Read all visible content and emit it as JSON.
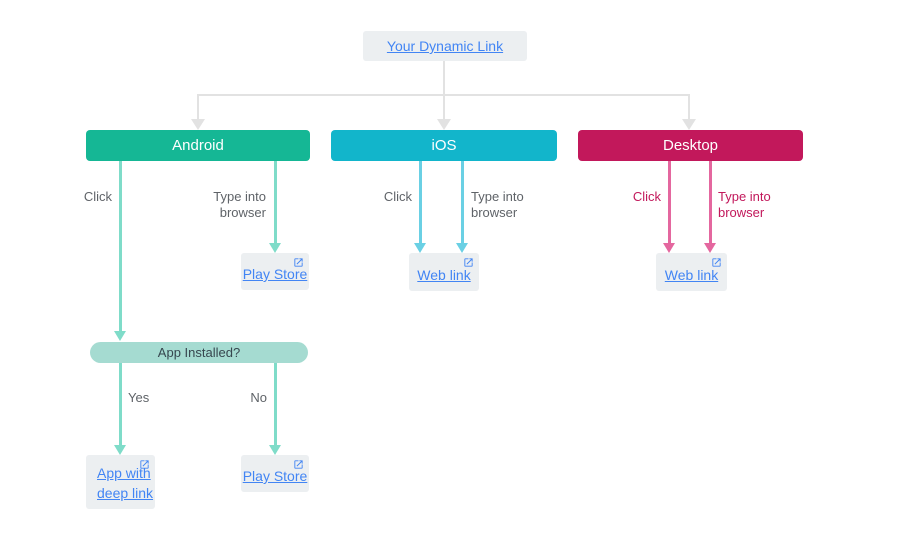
{
  "diagram": {
    "root": {
      "label": "Your Dynamic Link"
    },
    "android": {
      "title": "Android",
      "click_label": "Click",
      "type_into_browser": [
        "Type into",
        "browser"
      ],
      "play_store_top": "Play Store",
      "app_installed": "App Installed?",
      "yes_label": "Yes",
      "no_label": "No",
      "app_with_deep_link": [
        "App with",
        "deep link"
      ],
      "play_store_bottom": "Play Store"
    },
    "ios": {
      "title": "iOS",
      "click_label": "Click",
      "type_into_browser": [
        "Type into",
        "browser"
      ],
      "web_link": "Web link"
    },
    "desktop": {
      "title": "Desktop",
      "click_label": "Click",
      "type_into_browser": [
        "Type into",
        "browser"
      ],
      "web_link": "Web link"
    }
  },
  "icons": {
    "external_link": "open-in-new"
  },
  "colors": {
    "android": "#15b795",
    "android-light": "#7fdcc9",
    "ios": "#12b5cb",
    "ios-light": "#6ad0e4",
    "desktop": "#c2185b",
    "desktop-light": "#e4679f",
    "pill-bg": "#a5dbd1",
    "pill-text": "#37474f",
    "box-bg": "#eceff1",
    "link-blue": "#4285f4",
    "label-gray": "#5f6368",
    "connector-gray": "#e2e2e2",
    "banner-text": "#ffffff"
  }
}
